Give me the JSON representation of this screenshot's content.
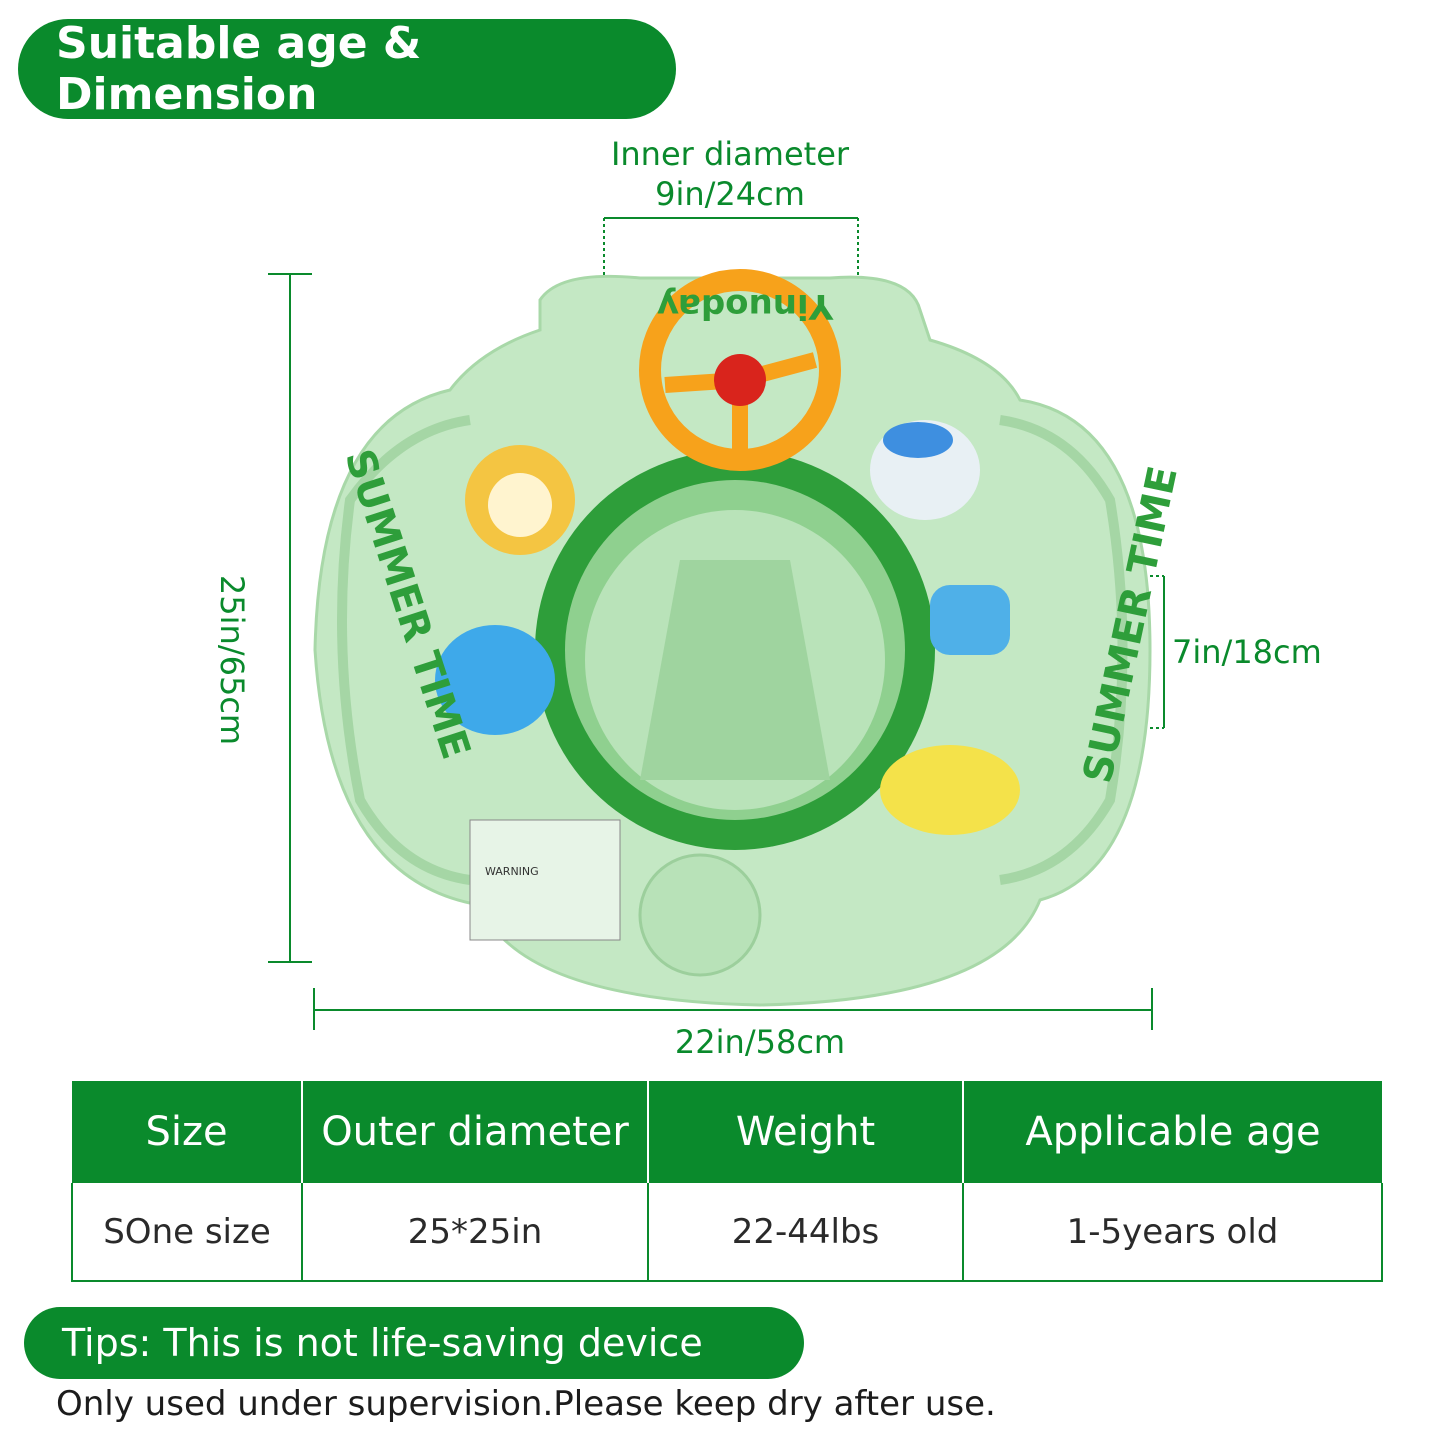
{
  "header": {
    "title": "Suitable age & Dimension"
  },
  "dimensions": {
    "inner_label": "Inner diameter",
    "inner_value": "9in/24cm",
    "height": "25in/65cm",
    "width": "22in/58cm",
    "side": "7in/18cm"
  },
  "product": {
    "brand_text": "Yinuoday",
    "side_text_left": "SUMMER TIME",
    "side_text_right": "SUMMER TIME",
    "warning_text": "WARNING"
  },
  "spec_table": {
    "headers": [
      "Size",
      "Outer diameter",
      "Weight",
      "Applicable age"
    ],
    "row": [
      "SOne size",
      "25*25in",
      "22-44lbs",
      "1-5years old"
    ]
  },
  "tips": {
    "title": "Tips: This is not life-saving device",
    "note": "Only used under supervision.Please keep dry after use."
  },
  "colors": {
    "accent": "#0a8a2c",
    "float": "#bfe6bf",
    "wheel": "#f7a21b"
  }
}
